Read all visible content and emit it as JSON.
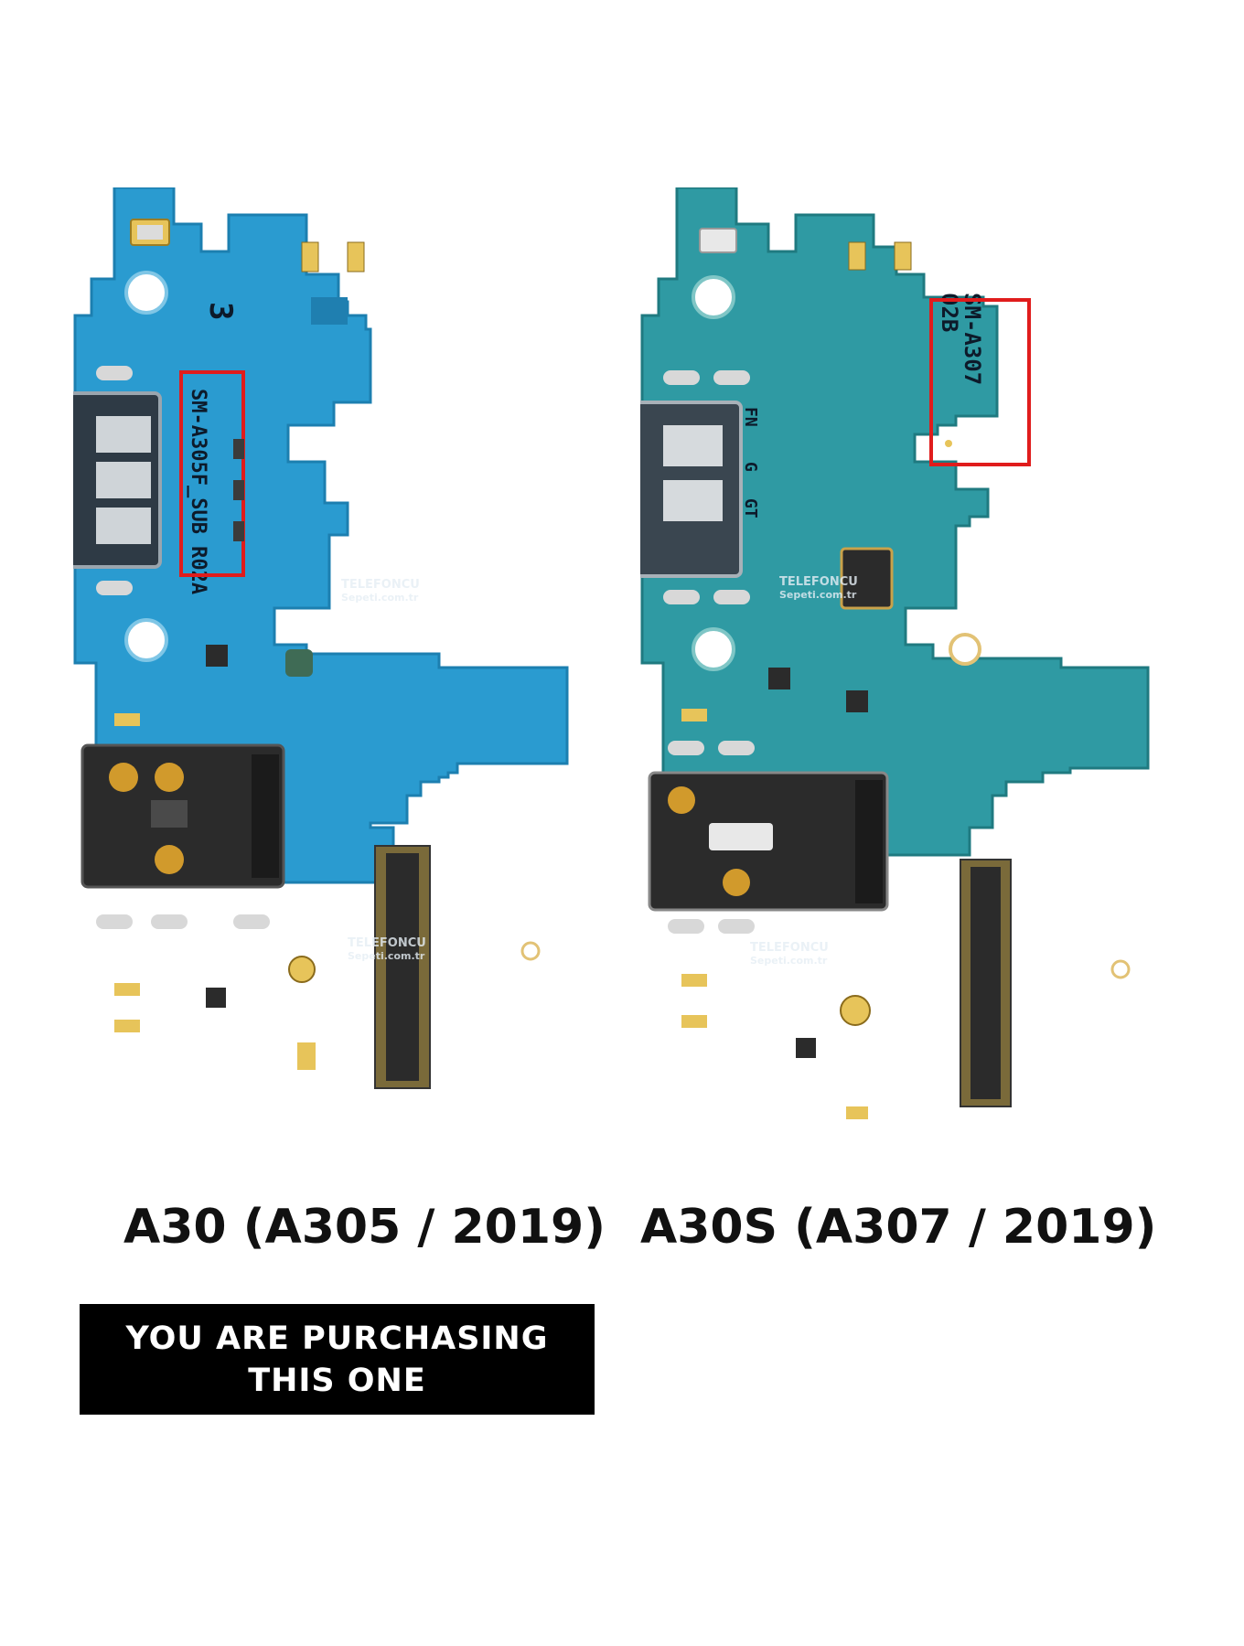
{
  "colors": {
    "board_left": "#2a9bd0",
    "board_right": "#2f9aa3",
    "highlight_box": "#e01c1c",
    "banner_bg": "#000000",
    "banner_text": "#ffffff"
  },
  "boards": {
    "left": {
      "silkscreen_model": "SM-A305F_SUB R02A",
      "silkscreen_marker": "3",
      "watermark_brand": "TELEFONCU",
      "watermark_site": "Sepeti.com.tr"
    },
    "right": {
      "silkscreen_model": "SM-A307",
      "silkscreen_rev": "02B",
      "silkscreen_fn": "FN",
      "silkscreen_g": "G",
      "silkscreen_gt": "GT",
      "watermark_brand": "TELEFONCU",
      "watermark_site": "Sepeti.com.tr"
    }
  },
  "captions": {
    "left": "A30 (A305 / 2019)",
    "right": "A30S (A307 / 2019)"
  },
  "banner": {
    "text": "YOU ARE PURCHASING\nTHIS ONE"
  }
}
